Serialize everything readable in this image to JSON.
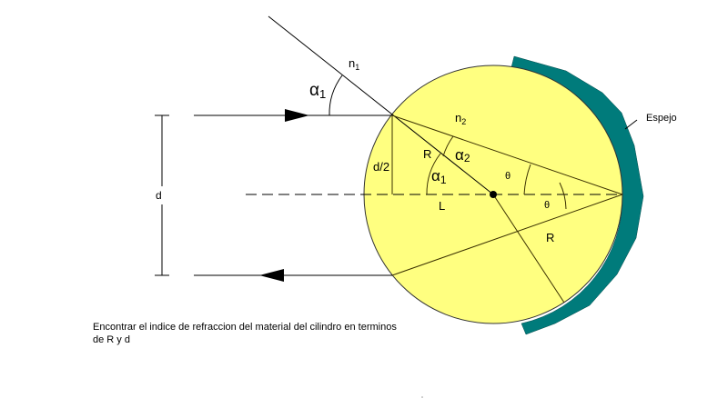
{
  "labels": {
    "n1": "n",
    "n1_sub": "1",
    "n2": "n",
    "n2_sub": "2",
    "alpha": "α",
    "alpha1_sub": "1",
    "alpha2_sub": "2",
    "theta": "θ",
    "R": "R",
    "d": "d",
    "d_half": "d/2",
    "L": "L",
    "mirror": "Espejo"
  },
  "problem": {
    "line1": "Encontrar el indice de refraccion del material del cilindro en terminos",
    "line2": "de R y d"
  },
  "colors": {
    "cylinder": "#FFFF80",
    "mirror": "#007B7B"
  }
}
